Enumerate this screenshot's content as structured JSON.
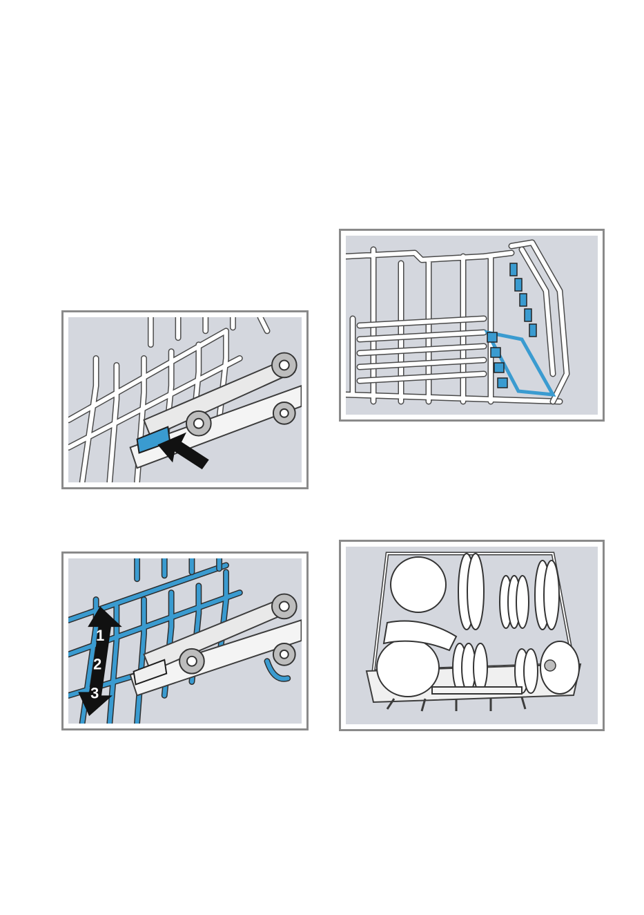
{
  "figures": {
    "height_adjust": {
      "levels": [
        "1",
        "2",
        "3"
      ]
    }
  },
  "colors": {
    "accent_blue": "#3a9bd0",
    "panel_bg": "#d4d7de",
    "frame": "#8a8a8a",
    "arrow": "#111111"
  },
  "icons": [
    "push-arrow-icon",
    "up-down-arrow-icon"
  ]
}
